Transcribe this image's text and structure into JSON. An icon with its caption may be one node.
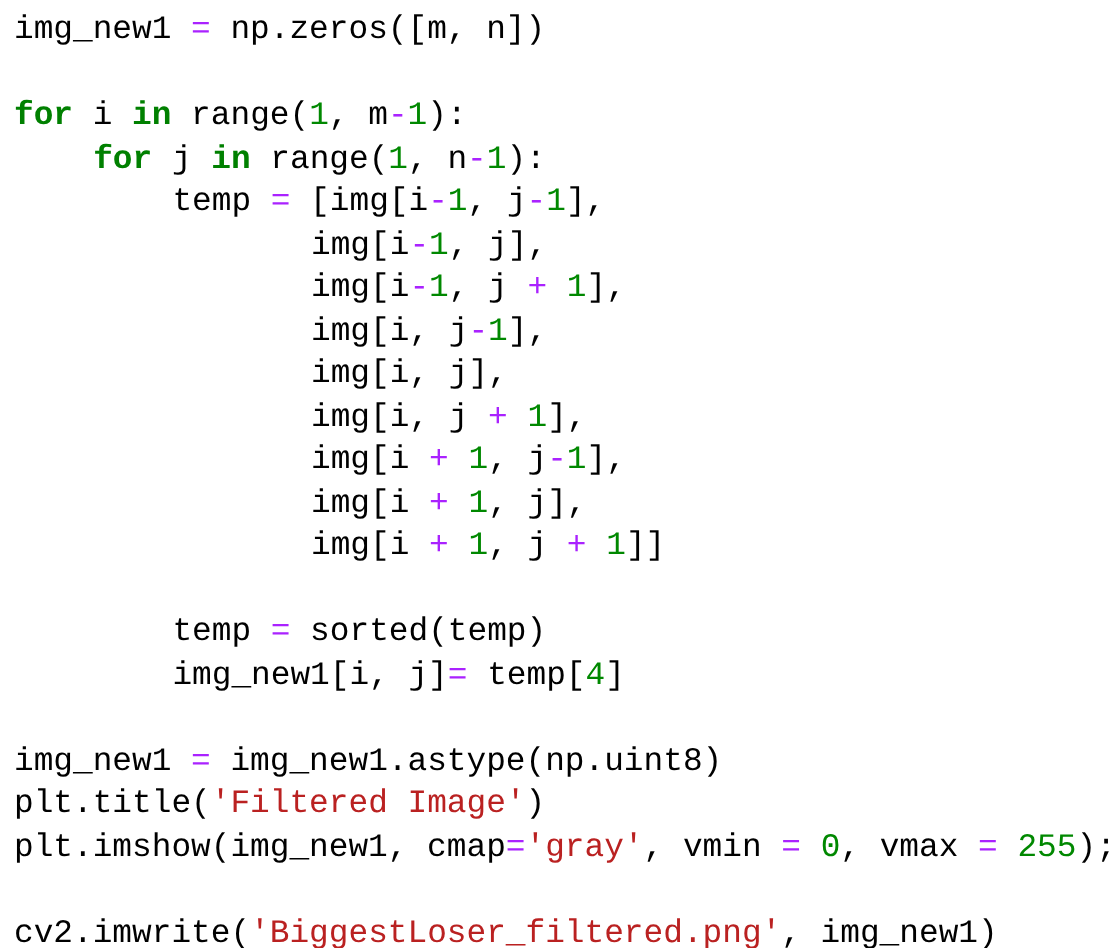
{
  "diagram": {
    "labels": [
      "img_new1 = np.zeros([m, n])",
      "for i in range(1, m-1):",
      "for j in range(1, n-1):",
      "temp = [img[i-1, j-1],",
      "img[i-1, j],",
      "img[i-1, j + 1],",
      "img[i, j-1],",
      "img[i, j],",
      "img[i, j + 1],",
      "img[i + 1, j-1],",
      "img[i + 1, j],",
      "img[i + 1, j + 1]]",
      "temp = sorted(temp)",
      "img_new1[i, j]= temp[4]",
      "img_new1 = img_new1.astype(np.uint8)",
      "plt.title('Filtered Image')",
      "plt.imshow(img_new1, cmap='gray', vmin = 0, vmax = 255);",
      "cv2.imwrite('BiggestLoser_filtered.png', img_new1)"
    ]
  }
}
